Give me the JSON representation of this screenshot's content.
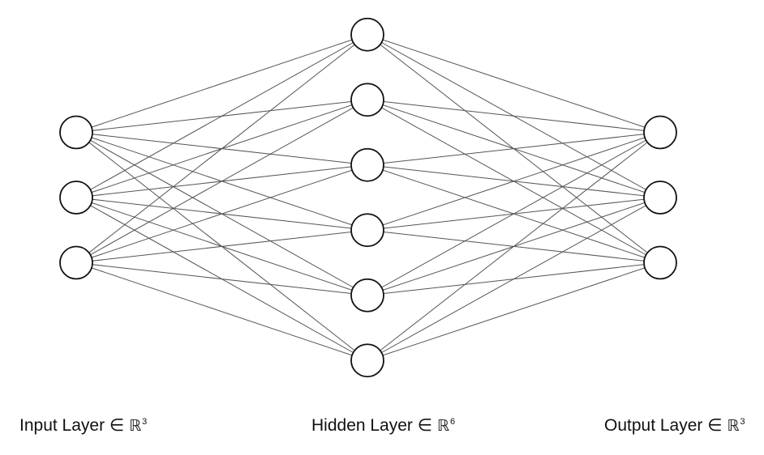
{
  "layers": [
    {
      "key": "input",
      "name": "Input Layer",
      "relation": "∈",
      "space": "ℝ",
      "dim": "3",
      "neurons": 3
    },
    {
      "key": "hidden",
      "name": "Hidden Layer",
      "relation": "∈",
      "space": "ℝ",
      "dim": "6",
      "neurons": 6
    },
    {
      "key": "output",
      "name": "Output Layer",
      "relation": "∈",
      "space": "ℝ",
      "dim": "3",
      "neurons": 3
    }
  ],
  "connectivity": "fully-connected",
  "colors": {
    "edge": "#555555",
    "node_stroke": "#111111",
    "node_fill": "#ffffff",
    "text": "#111111"
  }
}
